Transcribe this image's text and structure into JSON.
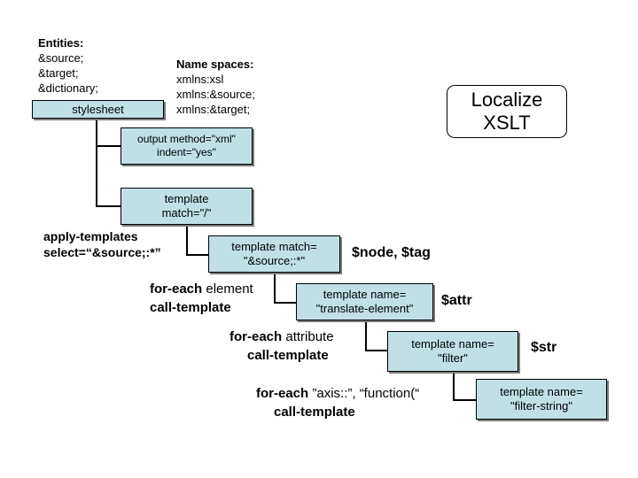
{
  "entities": {
    "heading": "Entities:",
    "items": [
      "&source;",
      "&target;",
      "&dictionary;"
    ]
  },
  "namespaces": {
    "heading": "Name spaces:",
    "items": [
      "xmlns:xsl",
      "xmlns:&source;",
      "xmlns:&target;"
    ]
  },
  "title": {
    "line1": "Localize",
    "line2": "XSLT"
  },
  "nodes": {
    "stylesheet": "stylesheet",
    "output": {
      "line1": "output method=\"xml\"",
      "line2": "indent=\"yes\""
    },
    "template_root": {
      "line1": "template",
      "line2": "match=\"/\""
    },
    "template_source": {
      "line1": "template match=",
      "line2": "\"&source;:*\""
    },
    "translate_element": {
      "line1": "template name=",
      "line2": "\"translate-element\""
    },
    "filter": {
      "line1": "template name=",
      "line2": "\"filter\""
    },
    "filter_string": {
      "line1": "template name=",
      "line2": "\"filter-string\""
    }
  },
  "annotations": {
    "apply_templates": {
      "line1": "apply-templates",
      "line2": "select=“&source;:*”"
    },
    "foreach_element": {
      "keyword": "for-each",
      "rest": " element",
      "line2": "call-template"
    },
    "foreach_attribute": {
      "keyword": "for-each",
      "rest": " attribute",
      "line2": "call-template"
    },
    "foreach_axis": {
      "keyword": "for-each",
      "rest": " ”axis::”, “function(“",
      "line2": "call-template"
    }
  },
  "params": {
    "node_tag": "$node, $tag",
    "attr": "$attr",
    "str": "$str"
  }
}
